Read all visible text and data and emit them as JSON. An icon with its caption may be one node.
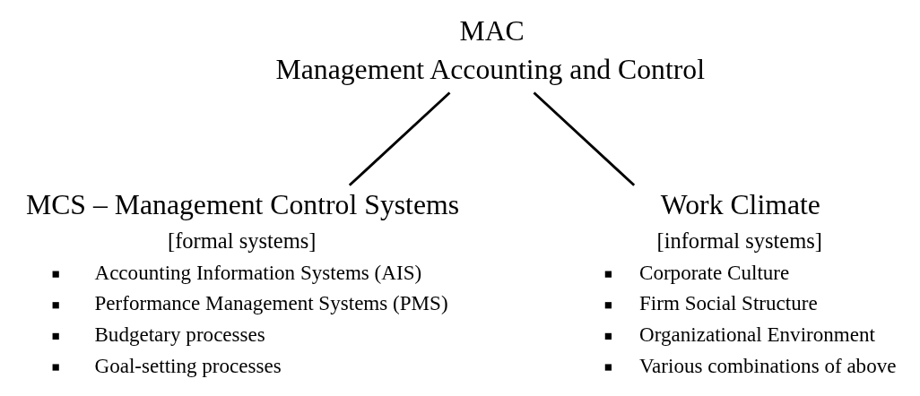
{
  "diagram": {
    "nodes": [
      {
        "text": [
          "MAC",
          "Management Accounting and Control"
        ]
      },
      {
        "text": [
          "MCS – Management Control Systems",
          "[formal systems]",
          "Accounting Information Systems (AIS)",
          "Performance Management Systems (PMS)",
          "Budgetary processes",
          "Goal-setting processes"
        ]
      },
      {
        "text": [
          "Work Climate",
          "[informal systems]",
          "Corporate Culture",
          "Firm Social Structure",
          "Organizational Environment",
          "Various combinations of above"
        ]
      }
    ],
    "edges": [
      {
        "from": 0,
        "to": 1,
        "arrow": "none"
      },
      {
        "from": 0,
        "to": 2,
        "arrow": "none"
      }
    ]
  }
}
